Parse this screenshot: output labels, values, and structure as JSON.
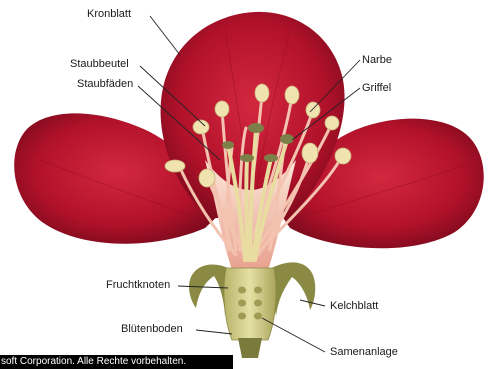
{
  "labels": {
    "kronblatt": "Kronblatt",
    "staubbeutel": "Staubbeutel",
    "staubfaeden": "Staubfäden",
    "narbe": "Narbe",
    "griffel": "Griffel",
    "fruchtknoten": "Fruchtknoten",
    "bluetenboden": "Blütenboden",
    "kelchblatt": "Kelchblatt",
    "samenanlage": "Samenanlage"
  },
  "copyright": "soft Corporation. Alle Rechte vorbehalten.",
  "colors": {
    "petal": "#b3122b",
    "petal_dark": "#7a0a1b",
    "petal_light": "#d6334a",
    "anther": "#f1e3b0",
    "filament": "#f6d0bf",
    "sepal": "#8b8a45",
    "receptacle": "#d2cf86",
    "leader_line": "#222222"
  }
}
